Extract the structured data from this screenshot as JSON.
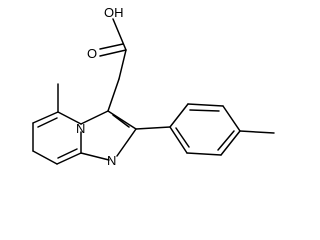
{
  "structure": {
    "labels": {
      "hydroxyl": "OH",
      "carbonyl_oxygen": "O",
      "ring_nitrogen_bridgehead": "N",
      "ring_nitrogen_imine": "N"
    }
  },
  "colors": {
    "bond": "#000000",
    "label": "#000000",
    "background": "#ffffff"
  }
}
